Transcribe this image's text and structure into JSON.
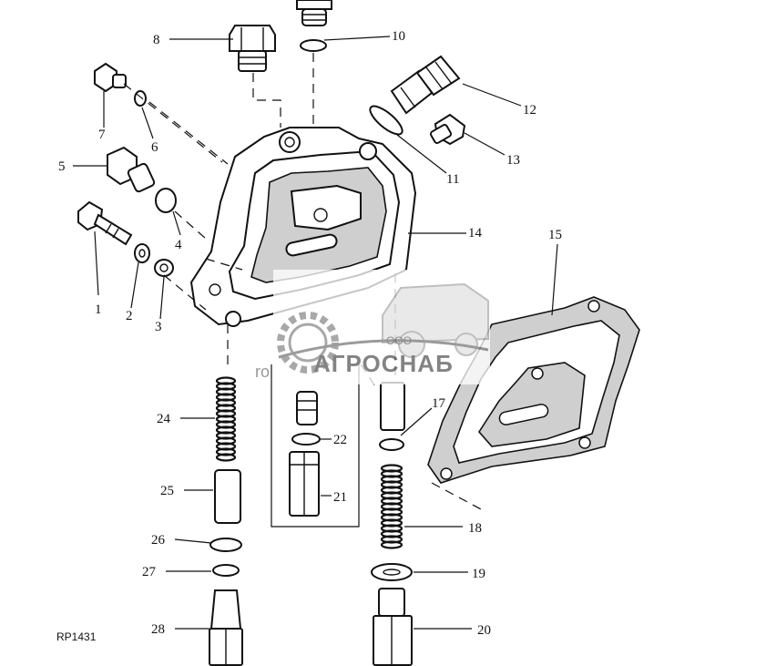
{
  "drawing_code": "RP1431",
  "watermark": {
    "small": "ООО",
    "brand": "АГРОСНАБ",
    "extra": "ro"
  },
  "part_labels": [
    "1",
    "2",
    "3",
    "4",
    "5",
    "6",
    "7",
    "8",
    "10",
    "11",
    "12",
    "13",
    "14",
    "15",
    "17",
    "18",
    "19",
    "20",
    "21",
    "22",
    "24",
    "25",
    "26",
    "27",
    "28"
  ]
}
